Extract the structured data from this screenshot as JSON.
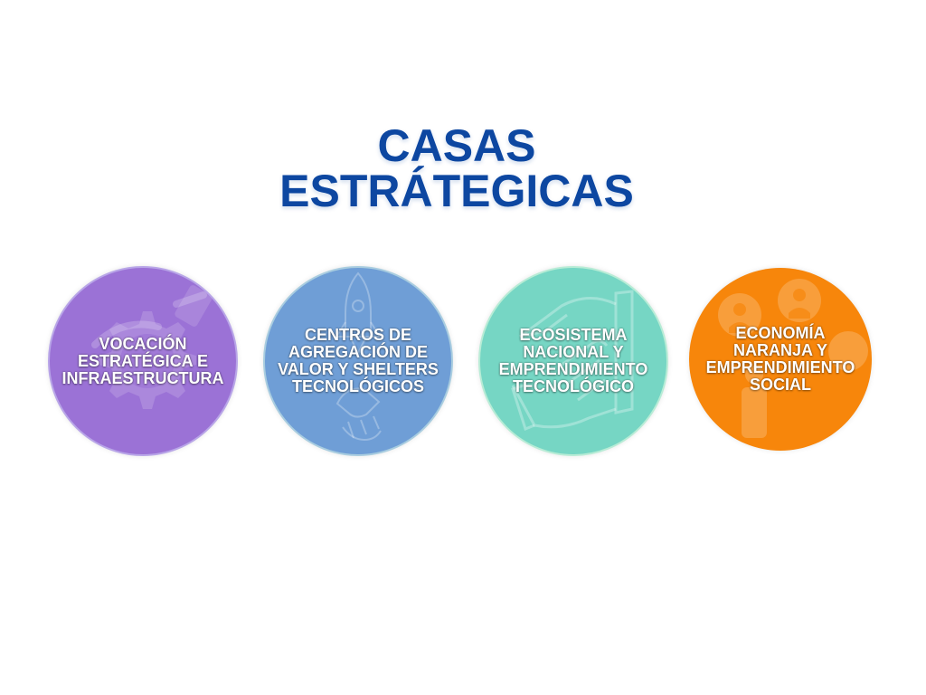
{
  "title": {
    "line1": "CASAS",
    "line2": "ESTRÁTEGICAS"
  },
  "colors": {
    "title": "#0d47a1",
    "circle1": "#9b72d6",
    "circle2": "#6f9ed6",
    "circle3": "#76d6c4",
    "circle4": "#f7860b"
  },
  "circles": [
    {
      "label": "VOCACIÓN\nESTRATÉGICA E\nINFRAESTRUCTURA",
      "icon": "gear-hand-icon"
    },
    {
      "label": "CENTROS DE\nAGREGACIÓN DE\nVALOR Y SHELTERS\nTECNOLÓGICOS",
      "icon": "rocket-handshake-icon"
    },
    {
      "label": "ECOSISTEMA\nNACIONAL Y\nEMPRENDIMIENTO\nTECNOLÓGICO",
      "icon": "handshake-icon"
    },
    {
      "label": "ECONOMÍA\nNARANJA Y\nEMPRENDIMIENTO\nSOCIAL",
      "icon": "people-icon"
    }
  ]
}
